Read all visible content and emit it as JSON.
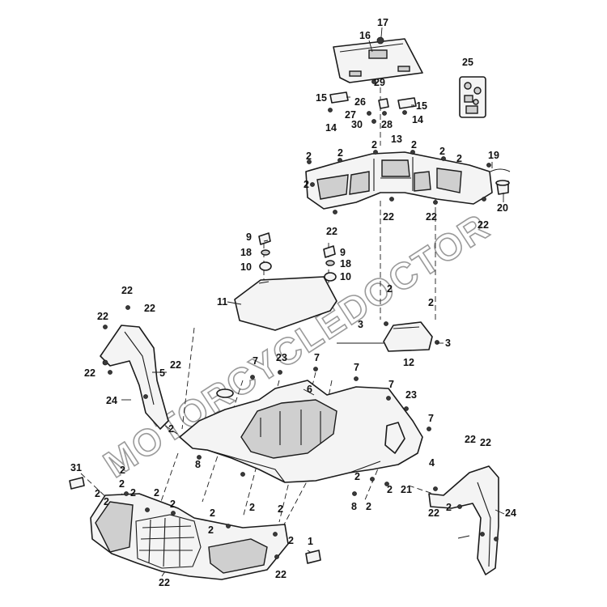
{
  "watermark": "MOTORCYCLEDOCTOR",
  "callouts": [
    {
      "id": "c1",
      "text": "17"
    },
    {
      "id": "c2",
      "text": "16"
    },
    {
      "id": "c3",
      "text": "29"
    },
    {
      "id": "c4",
      "text": "25"
    },
    {
      "id": "c5",
      "text": "15"
    },
    {
      "id": "c6",
      "text": "26"
    },
    {
      "id": "c7",
      "text": "15"
    },
    {
      "id": "c8",
      "text": "27"
    },
    {
      "id": "c9",
      "text": "30"
    },
    {
      "id": "c10",
      "text": "28"
    },
    {
      "id": "c11",
      "text": "14"
    },
    {
      "id": "c12",
      "text": "14"
    },
    {
      "id": "c13",
      "text": "2"
    },
    {
      "id": "c14",
      "text": "2"
    },
    {
      "id": "c15",
      "text": "2"
    },
    {
      "id": "c16",
      "text": "13"
    },
    {
      "id": "c17",
      "text": "2"
    },
    {
      "id": "c18",
      "text": "2"
    },
    {
      "id": "c19",
      "text": "19"
    },
    {
      "id": "c20",
      "text": "2"
    },
    {
      "id": "c21",
      "text": "2"
    },
    {
      "id": "c22",
      "text": "20"
    },
    {
      "id": "c23",
      "text": "22"
    },
    {
      "id": "c24",
      "text": "22"
    },
    {
      "id": "c25",
      "text": "22"
    },
    {
      "id": "c26",
      "text": "22"
    },
    {
      "id": "c27",
      "text": "9"
    },
    {
      "id": "c28",
      "text": "18"
    },
    {
      "id": "c29",
      "text": "10"
    },
    {
      "id": "c30",
      "text": "9"
    },
    {
      "id": "c31",
      "text": "18"
    },
    {
      "id": "c32",
      "text": "10"
    },
    {
      "id": "c33",
      "text": "11"
    },
    {
      "id": "c34",
      "text": "2"
    },
    {
      "id": "c35",
      "text": "2"
    },
    {
      "id": "c36",
      "text": "3"
    },
    {
      "id": "c37",
      "text": "3"
    },
    {
      "id": "c38",
      "text": "12"
    },
    {
      "id": "c39",
      "text": "22"
    },
    {
      "id": "c40",
      "text": "22"
    },
    {
      "id": "c41",
      "text": "22"
    },
    {
      "id": "c42",
      "text": "22"
    },
    {
      "id": "c43",
      "text": "22"
    },
    {
      "id": "c44",
      "text": "5"
    },
    {
      "id": "c45",
      "text": "24"
    },
    {
      "id": "c46",
      "text": "2"
    },
    {
      "id": "c47",
      "text": "7"
    },
    {
      "id": "c48",
      "text": "23"
    },
    {
      "id": "c49",
      "text": "7"
    },
    {
      "id": "c50",
      "text": "7"
    },
    {
      "id": "c51",
      "text": "6"
    },
    {
      "id": "c52",
      "text": "7"
    },
    {
      "id": "c53",
      "text": "23"
    },
    {
      "id": "c54",
      "text": "7"
    },
    {
      "id": "c55",
      "text": "8"
    },
    {
      "id": "c56",
      "text": "31"
    },
    {
      "id": "c57",
      "text": "2"
    },
    {
      "id": "c58",
      "text": "2"
    },
    {
      "id": "c59",
      "text": "2"
    },
    {
      "id": "c60",
      "text": "2"
    },
    {
      "id": "c61",
      "text": "2"
    },
    {
      "id": "c62",
      "text": "2"
    },
    {
      "id": "c63",
      "text": "2"
    },
    {
      "id": "c64",
      "text": "2"
    },
    {
      "id": "c65",
      "text": "2"
    },
    {
      "id": "c66",
      "text": "2"
    },
    {
      "id": "c67",
      "text": "2"
    },
    {
      "id": "c68",
      "text": "2"
    },
    {
      "id": "c69",
      "text": "2"
    },
    {
      "id": "c70",
      "text": "8"
    },
    {
      "id": "c71",
      "text": "2"
    },
    {
      "id": "c72",
      "text": "2"
    },
    {
      "id": "c73",
      "text": "21"
    },
    {
      "id": "c74",
      "text": "1"
    },
    {
      "id": "c75",
      "text": "22"
    },
    {
      "id": "c76",
      "text": "22"
    },
    {
      "id": "c77",
      "text": "22"
    },
    {
      "id": "c78",
      "text": "22"
    },
    {
      "id": "c79",
      "text": "4"
    },
    {
      "id": "c80",
      "text": "22"
    },
    {
      "id": "c81",
      "text": "24"
    },
    {
      "id": "c82",
      "text": "2"
    }
  ]
}
